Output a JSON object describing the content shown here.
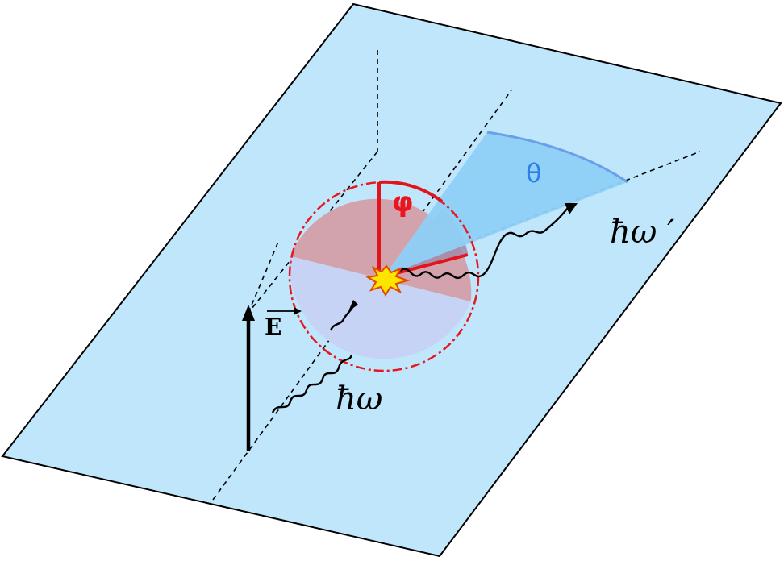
{
  "labels": {
    "phi": "φ",
    "theta": "θ",
    "field": "E",
    "incident_photon": "ħω",
    "scattered_photon": "ħω ′"
  },
  "colors": {
    "plane_fill": "#bfe6fb",
    "plane_stroke": "#000000",
    "circle_upper_fill": "#d3a3ad",
    "circle_lower_fill": "#c6d3f5",
    "circle_stroke": "#e8161e",
    "phi_wedge_fill": "#a28aa8",
    "theta_wedge_fill": "#8fd0f7",
    "theta_arc": "#6aa0ea",
    "theta_label": "#2f7de6",
    "phi_color": "#e8161e",
    "vector_red": "#e2141b",
    "flash_fill": "#ffe400",
    "flash_stroke": "#e24a00",
    "ink": "#000000"
  },
  "icons": {
    "scattering_event": "burst-icon",
    "incident_photon": "wavy-arrow-icon",
    "scattered_photon": "wavy-arrow-icon",
    "polarization": "vector-arrow-icon"
  }
}
